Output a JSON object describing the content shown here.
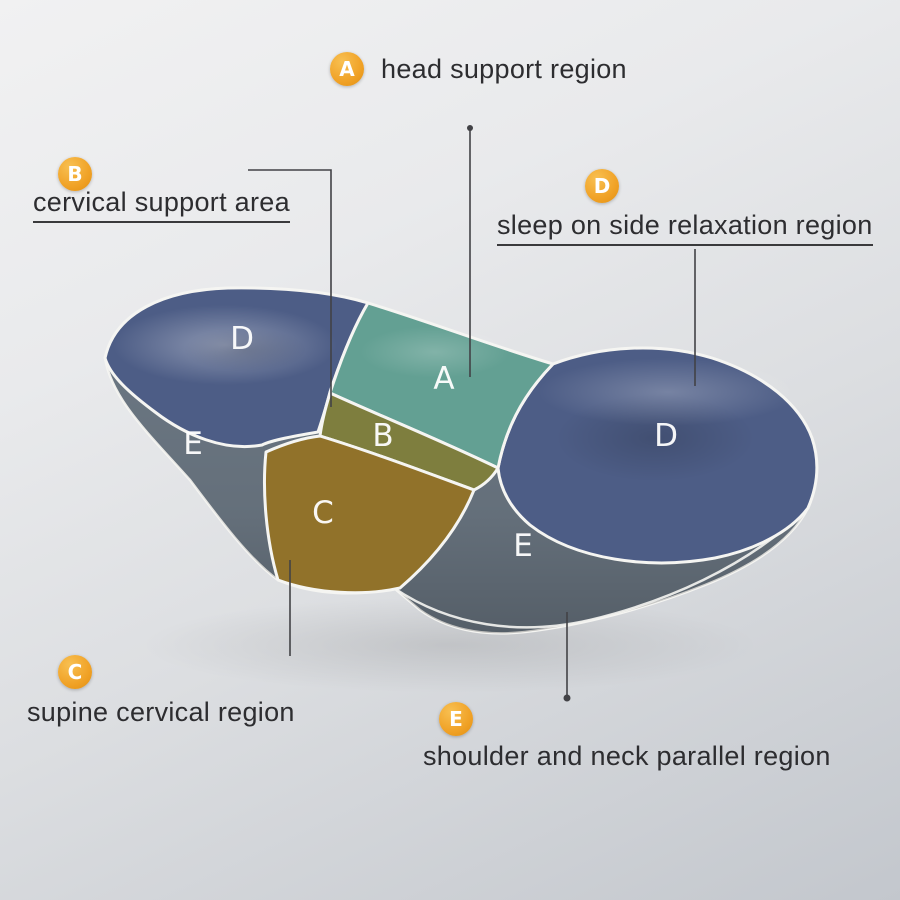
{
  "background": {
    "top_color": "#f1f1f2",
    "bottom_color": "#c3c7cd"
  },
  "accent": {
    "badge_color": "#f0a125",
    "badge_text_color": "#ffffff",
    "leader_line_color": "#424246",
    "label_text_color": "#2d2d30"
  },
  "callouts": {
    "A": {
      "letter": "A",
      "text": "head support region"
    },
    "B": {
      "letter": "B",
      "text": "cervical support area"
    },
    "C": {
      "letter": "C",
      "text": "supine cervical region"
    },
    "D": {
      "letter": "D",
      "text": "sleep on side relaxation region"
    },
    "E": {
      "letter": "E",
      "text": "shoulder and neck parallel region"
    }
  },
  "pillow": {
    "letters": {
      "left_lobe": "D",
      "left_side": "E",
      "head": "A",
      "cervical": "B",
      "supine": "C",
      "right_lobe": "D",
      "shoulder": "E"
    },
    "colors": {
      "lobe_blue": "#4d5d86",
      "head_teal": "#63a093",
      "cervical_olive": "#7e7e3e",
      "supine_gold": "#91722a",
      "side_gray": "#6d7985",
      "seam_white": "#f5f5f2"
    }
  }
}
